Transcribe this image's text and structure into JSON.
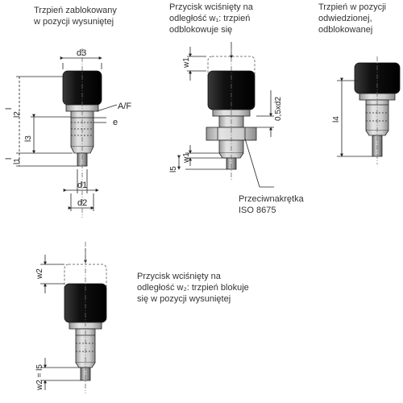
{
  "captions": {
    "fig1": "Trzpień zablokowany\nw pozycji wysuniętej",
    "fig2": "Przycisk wciśnięty na\nodległość w₁: trzpień\nodblokowuje się",
    "fig3": "Trzpień w pozycji\nodwiedzionej,\nodblokowanej",
    "fig4": "Przycisk wciśnięty na\nodległość w₂: trzpień blokuje\nsię w pozycji wysuniętej",
    "locknut": "Przeciwnakrętka\nISO 8675"
  },
  "dims": {
    "d3": "d3",
    "d1": "d1",
    "d2": "d2",
    "af": "A/F",
    "e": "e",
    "l": "l",
    "l1": "l1",
    "l2": "l2",
    "l3": "l3",
    "l4": "l4",
    "l5": "l5",
    "w1": "w1",
    "w1b": "w1",
    "half": "0,5xd2",
    "w2": "w2",
    "w2l5": "w2 = l5"
  }
}
